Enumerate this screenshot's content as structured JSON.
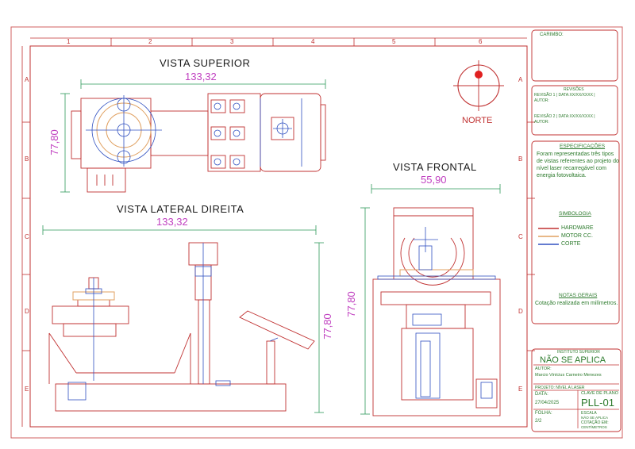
{
  "views": {
    "top": {
      "title": "VISTA SUPERIOR",
      "dim_h": "133,32",
      "dim_v": "77,80"
    },
    "front": {
      "title": "VISTA FRONTAL",
      "dim_h": "55,90",
      "dim_v": "77,80"
    },
    "side": {
      "title": "VISTA LATERAL DIREITA",
      "dim_h": "133,32",
      "dim_v": "77,80"
    }
  },
  "north_label": "NORTE",
  "grid": {
    "cols": [
      "1",
      "2",
      "3",
      "4",
      "5",
      "6"
    ],
    "rows": [
      "A",
      "B",
      "C",
      "D",
      "E"
    ]
  },
  "title_block": {
    "carimbo": "CARIMBO:",
    "revisoes_header": "REVISÕES",
    "rev1": "REVISÃO 1 | DATA:XX/XX/XXXX |",
    "rev1_author": "AUTOR:",
    "rev2": "REVISÃO 2 | DATA:XX/XX/XXXX |",
    "rev2_author": "AUTOR:",
    "especificacoes_header": "ESPECIFICAÇÕES",
    "especificacoes_text": [
      "Foram representadas três tipos",
      "de vistas referentes ao projeto do",
      "nível laser recarregável com",
      "energia fotovoltaica."
    ],
    "simbologia_header": "SIMBOLOGIA",
    "legend": [
      {
        "label": "HARDWARE",
        "color": "#c03030"
      },
      {
        "label": "MOTOR CC.",
        "color": "#e0a060"
      },
      {
        "label": "CORTE",
        "color": "#3050c0"
      }
    ],
    "notas_header": "NOTAS GERAIS",
    "notas_text": "Cotação realizada em milímetros.",
    "instituto": "INSTITUTO SUPERIOR",
    "nao_se_aplica": "NÃO SE APLICA",
    "autor_label": "AUTOR:",
    "autor_name": "Marcio Vinícius Carneiro Menezes",
    "projeto": "PROJETO: NÍVEL A LASER",
    "data_label": "DATA:",
    "data_value": "27/04/2025",
    "clave_label": "CLAVE DE PLANO",
    "clave_value": "PLL-01",
    "folha_label": "FOLHA:",
    "folha_value": "2/2",
    "escala_label": "ESCALA",
    "escala_value": "NÃO SE APLICA",
    "cotacao_label": "COTAÇÃO EM:",
    "cotacao_value": "CENTÍMETROS"
  },
  "colors": {
    "hardware": "#c03030",
    "motor": "#e0a060",
    "corte": "#3050c0",
    "dimension": "#2e9a5a",
    "dimension_text": "#c040c0",
    "title_block": "#2c7a2c"
  }
}
